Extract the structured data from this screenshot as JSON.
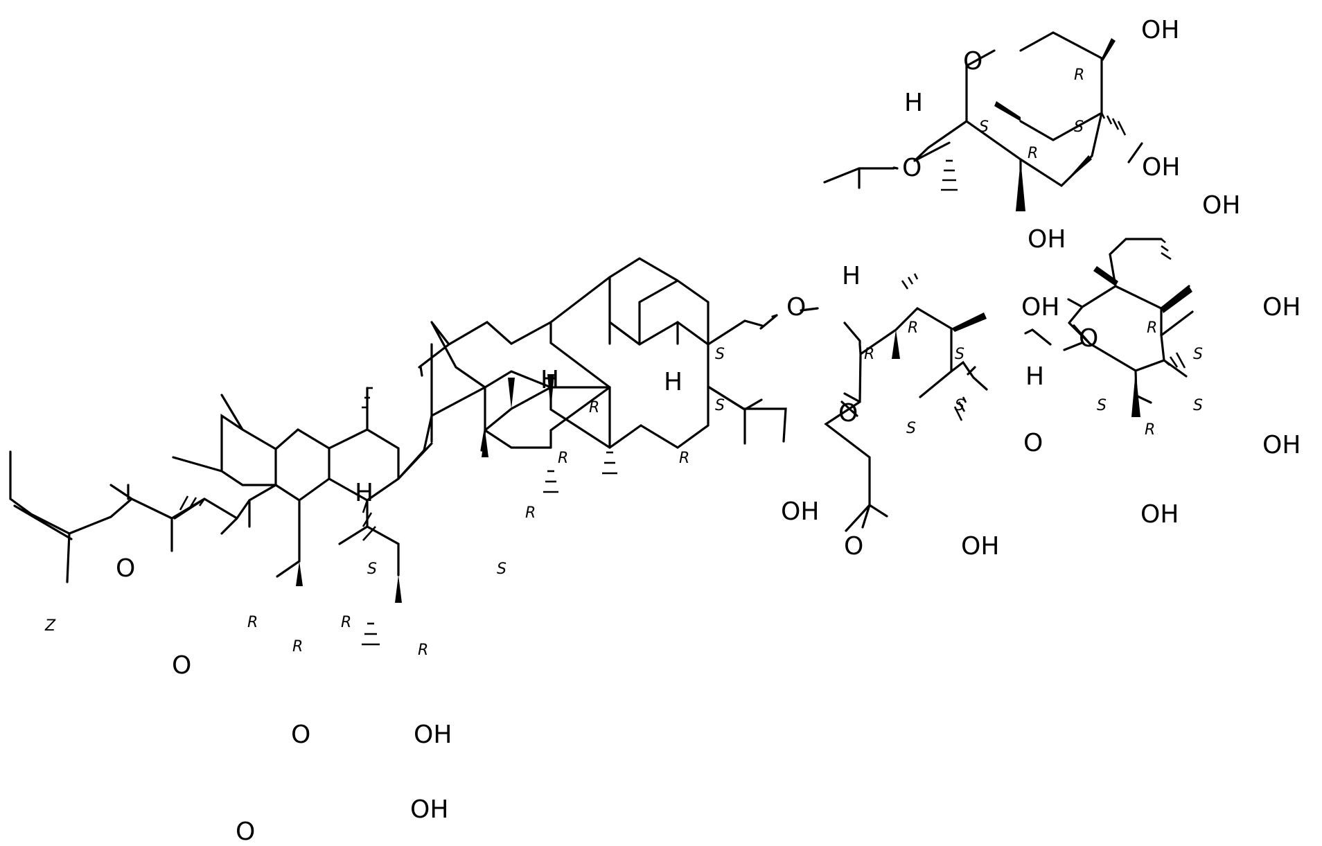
{
  "atom_labels": {
    "o_xyl_ring": "O",
    "oh_xyl_top": "OH",
    "h_xyl": "H",
    "oh_xyl_right": "OH",
    "oh_xyl_bottom": "OH",
    "o_glycosidic_upper": "O",
    "oh_glc_ch2": "OH",
    "h_glca": "H",
    "o_aglycone": "O",
    "oh_glca_4": "OH",
    "oh_glc_4": "OH",
    "o_glc_ring": "O",
    "h_glc": "H",
    "o_glca_ring": "O",
    "o_glycosidic_lower": "O",
    "oh_glc_3": "OH",
    "h_c9": "H",
    "h_c5": "H",
    "oh_c23": "OH",
    "o_acid_carbonyl": "O",
    "oh_acid": "OH",
    "oh_glc_2": "OH",
    "h_c18": "H",
    "o_ester_carbonyl": "O",
    "o_ester": "O",
    "o_acetate_ester": "O",
    "oh_c16": "OH",
    "oh_c28": "OH",
    "o_acetate_carbonyl": "O"
  },
  "stereo_labels": {
    "xyl_c4": "R",
    "xyl_c1": "S",
    "xyl_c3": "S",
    "xyl_c2": "R",
    "glca_c2": "R",
    "glc_c5": "R",
    "glca_c3": "S",
    "glca_c1": "R",
    "glc_c4": "S",
    "c8": "R",
    "c3": "S",
    "glca_c4": "S",
    "c4": "S",
    "glc_c1": "S",
    "glca_c5": "S",
    "c9": "R",
    "c5": "R",
    "glc_c3": "S",
    "glc_c2": "R",
    "c14": "R",
    "c18": "S",
    "c17": "S",
    "olefin": "Z",
    "c21": "R",
    "c22": "R",
    "c16": "R",
    "c15": "R"
  }
}
